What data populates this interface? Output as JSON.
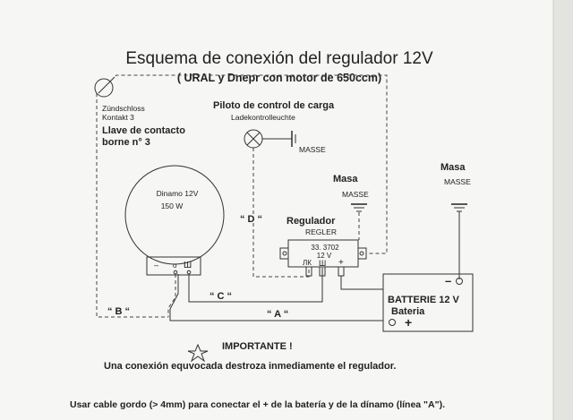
{
  "title": "Esquema de conexión del regulador 12V",
  "subtitle": "( URAL y Dnepr con motor de 650ccm)",
  "ignition": {
    "label_de_1": "Zündschloss",
    "label_de_2": "Kontakt 3",
    "label_es_1": "Llave de contacto",
    "label_es_2": "borne n° 3"
  },
  "pilot": {
    "label_es": "Piloto de control de carga",
    "label_de": "Ladekontrolleuchte",
    "ground": "MASSE"
  },
  "dynamo": {
    "line1": "Dinamo 12V",
    "line2": "150 W",
    "term_minus": "–",
    "term_o": "o",
    "term_w": "Ш"
  },
  "regulator": {
    "label_es": "Regulador",
    "label_de": "REGLER",
    "model": "33. 3702",
    "voltage": "12 V",
    "term_lk": "ЛК",
    "term_w": "Ш",
    "term_plus": "+"
  },
  "masa_mid": {
    "es": "Masa",
    "de": "MASSE"
  },
  "masa_right": {
    "es": "Masa",
    "de": "MASSE"
  },
  "battery": {
    "label": "BATTERIE  12 V",
    "label_es": "Bateria",
    "minus": "–",
    "plus": "+"
  },
  "wires": {
    "a": "“ A “",
    "b": "“ B “",
    "c": "“ C “",
    "d": "“ D “"
  },
  "important": {
    "heading": "IMPORTANTE !",
    "text": "Una conexión equvocada destroza inmediamente el regulador."
  },
  "footer": "Usar cable gordo (> 4mm) para conectar el + de la batería y  de la dínamo (línea \"A\")."
}
